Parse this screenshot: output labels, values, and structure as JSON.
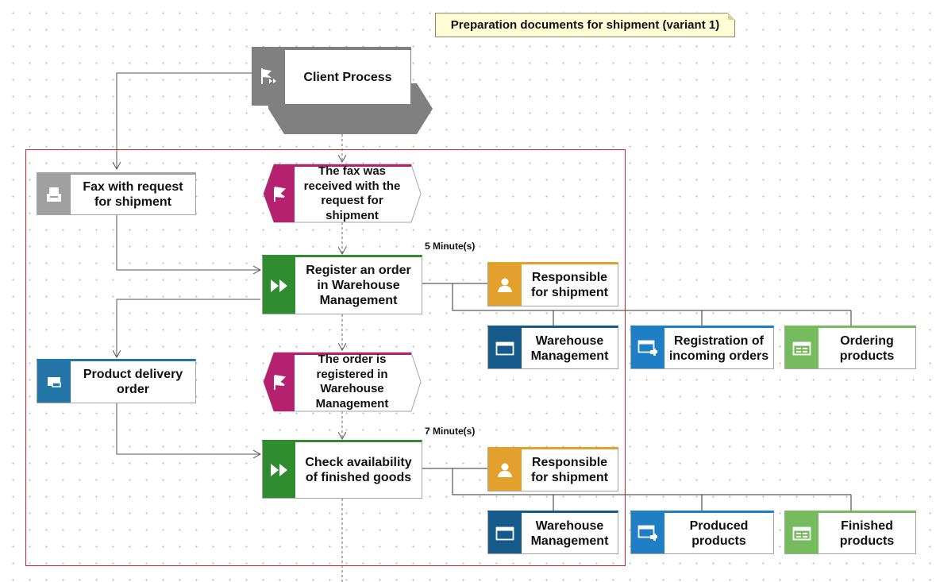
{
  "diagram": {
    "title_note": "Preparation documents for shipment (variant 1)",
    "process_interface": "Client Process",
    "events": [
      "The fax was\nreceived with the\nrequest for\nshipment",
      "The order is\nregistered in\nWarehouse\nManagement"
    ],
    "functions": [
      {
        "label": "Register an order\nin Warehouse\nManagement",
        "time": "5 Minute(s)"
      },
      {
        "label": "Check availability\nof finished goods",
        "time": "7 Minute(s)"
      }
    ],
    "documents": {
      "fax": "Fax with request\nfor shipment",
      "delivery_order": "Product delivery\norder"
    },
    "row1": {
      "role": "Responsible\nfor shipment",
      "system": "Warehouse\nManagement",
      "screen_blue": "Registration of\nincoming orders",
      "screen_green": "Ordering\nproducts"
    },
    "row2": {
      "role": "Responsible\nfor shipment",
      "system": "Warehouse\nManagement",
      "screen_blue": "Produced\nproducts",
      "screen_green": "Finished\nproducts"
    }
  },
  "colors": {
    "function": "#2f8c2f",
    "event": "#b5206f",
    "role": "#e3a02c",
    "system": "#155a8a",
    "screen_blue": "#1f7fc4",
    "screen_green": "#76bc5f",
    "document_gray": "#a0a0a0",
    "document_blue": "#2476a8",
    "process": "#808080",
    "frame": "#c8252c"
  }
}
